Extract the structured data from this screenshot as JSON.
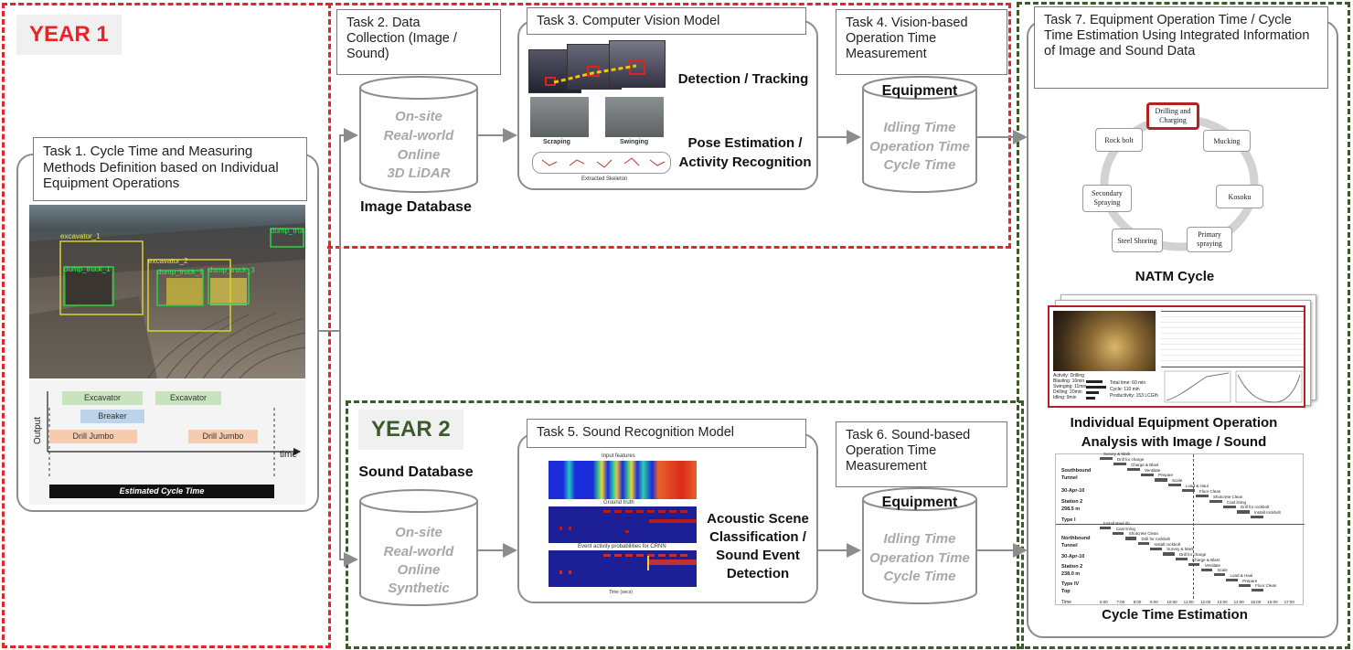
{
  "year1": {
    "label": "YEAR 1",
    "color": "#e2262a"
  },
  "year2": {
    "label": "YEAR 2",
    "color": "#3c5a2b"
  },
  "task1": {
    "title": "Task 1. Cycle Time and Measuring Methods Definition based on Individual Equipment Operations",
    "detections": [
      "excavator_1",
      "dump_truck_1",
      "excavator_2",
      "dump_truck_2",
      "dump_truck_3",
      "dump_truck"
    ],
    "chart": {
      "ylabel": "Output",
      "xlabel": "time",
      "rows": [
        "Excavator",
        "Breaker",
        "Drill Jumbo"
      ],
      "bar_labels": {
        "excavator_a": "Excavator",
        "excavator_b": "Excavator",
        "breaker": "Breaker",
        "drill_a": "Drill Jumbo",
        "drill_b": "Drill Jumbo"
      },
      "footer": "Estimated Cycle Time"
    }
  },
  "task2": {
    "title": "Task 2. Data Collection (Image / Sound)",
    "image_db": {
      "lines": [
        "On-site",
        "Real-world",
        "Online",
        "3D LiDAR"
      ],
      "label": "Image Database"
    },
    "sound_db": {
      "lines": [
        "On-site",
        "Real-world",
        "Online",
        "Synthetic"
      ],
      "label": "Sound Database"
    }
  },
  "task3": {
    "title": "Task 3. Computer Vision Model",
    "detection_label": "Detection / Tracking",
    "pose_label": "Pose Estimation / Activity Recognition",
    "captions": {
      "scraping": "Scraping",
      "swinging": "Swinging",
      "skeleton": "Extracted Skeleton"
    }
  },
  "task4": {
    "title": "Task 4. Vision-based Operation Time Measurement",
    "equipment": {
      "heading": "Equipment",
      "lines": [
        "Idling Time",
        "Operation Time",
        "Cycle Time"
      ]
    }
  },
  "task5": {
    "title": "Task 5. Sound Recognition Model",
    "label": "Acoustic Scene Classification / Sound Event Detection",
    "panels": [
      "Input features",
      "Ground truth",
      "Event activity probabilities for CRNN"
    ],
    "xaxis": "Time (secs)"
  },
  "task6": {
    "title": "Task 6. Sound-based Operation Time Measurement",
    "equipment": {
      "heading": "Equipment",
      "lines": [
        "Idling Time",
        "Operation Time",
        "Cycle Time"
      ]
    }
  },
  "task7": {
    "title": "Task 7. Equipment Operation Time / Cycle Time Estimation Using Integrated Information of Image and Sound Data",
    "natm": {
      "nodes": [
        "Drilling and Charging",
        "Mucking",
        "Kosoku",
        "Primary spraying",
        "Steel Shoring",
        "Secondary Spraying",
        "Rock bolt"
      ],
      "label": "NATM Cycle"
    },
    "analysis": {
      "label": "Individual Equipment Operation Analysis with Image / Sound",
      "activity": [
        "Activity: Drilling",
        "Blasting: 16min",
        "Swinging: 11min",
        "Drilling: 20min",
        "Idling: 9min"
      ],
      "totals": [
        "Total time: 60 min",
        "Cycle: 110 min",
        "Productivity: 153 LCG/h"
      ]
    },
    "schedule": {
      "label": "Cycle Time Estimation",
      "sections": [
        {
          "lines": [
            "Southbound",
            "Tunnel",
            "30-Apr-10",
            "Station 2",
            "298.5 m",
            "Type I"
          ]
        },
        {
          "lines": [
            "Northbound",
            "Tunnel",
            "30-Apr-10",
            "Station 2",
            "238.0 m",
            "Type IV",
            "Top"
          ]
        }
      ],
      "times": [
        "6:00",
        "7:00",
        "8:00",
        "9:00",
        "10:00",
        "11:00",
        "12:00",
        "13:00",
        "14:00",
        "15:00",
        "16:00",
        "17:00"
      ],
      "time_label": "Time",
      "top_tasks": [
        "Survey & Mark",
        "Drill for charge",
        "Charge & Blast",
        "Ventilate",
        "Prepare",
        "Scale",
        "Load & Haul",
        "Floor Clean",
        "Shotcrete Clean",
        "Cast lining",
        "Drill for rockbolt",
        "Install rockbolt"
      ],
      "bottom_tasks": [
        "Install steel rib",
        "Cast lining",
        "Shotcrete Clean",
        "Drill for rockbolt",
        "Install rockbolt",
        "Survey & Mark",
        "Drill for charge",
        "Charge & Blast",
        "Ventilate",
        "Scale",
        "Load & Haul",
        "Prepare",
        "Floor Clean"
      ]
    }
  }
}
